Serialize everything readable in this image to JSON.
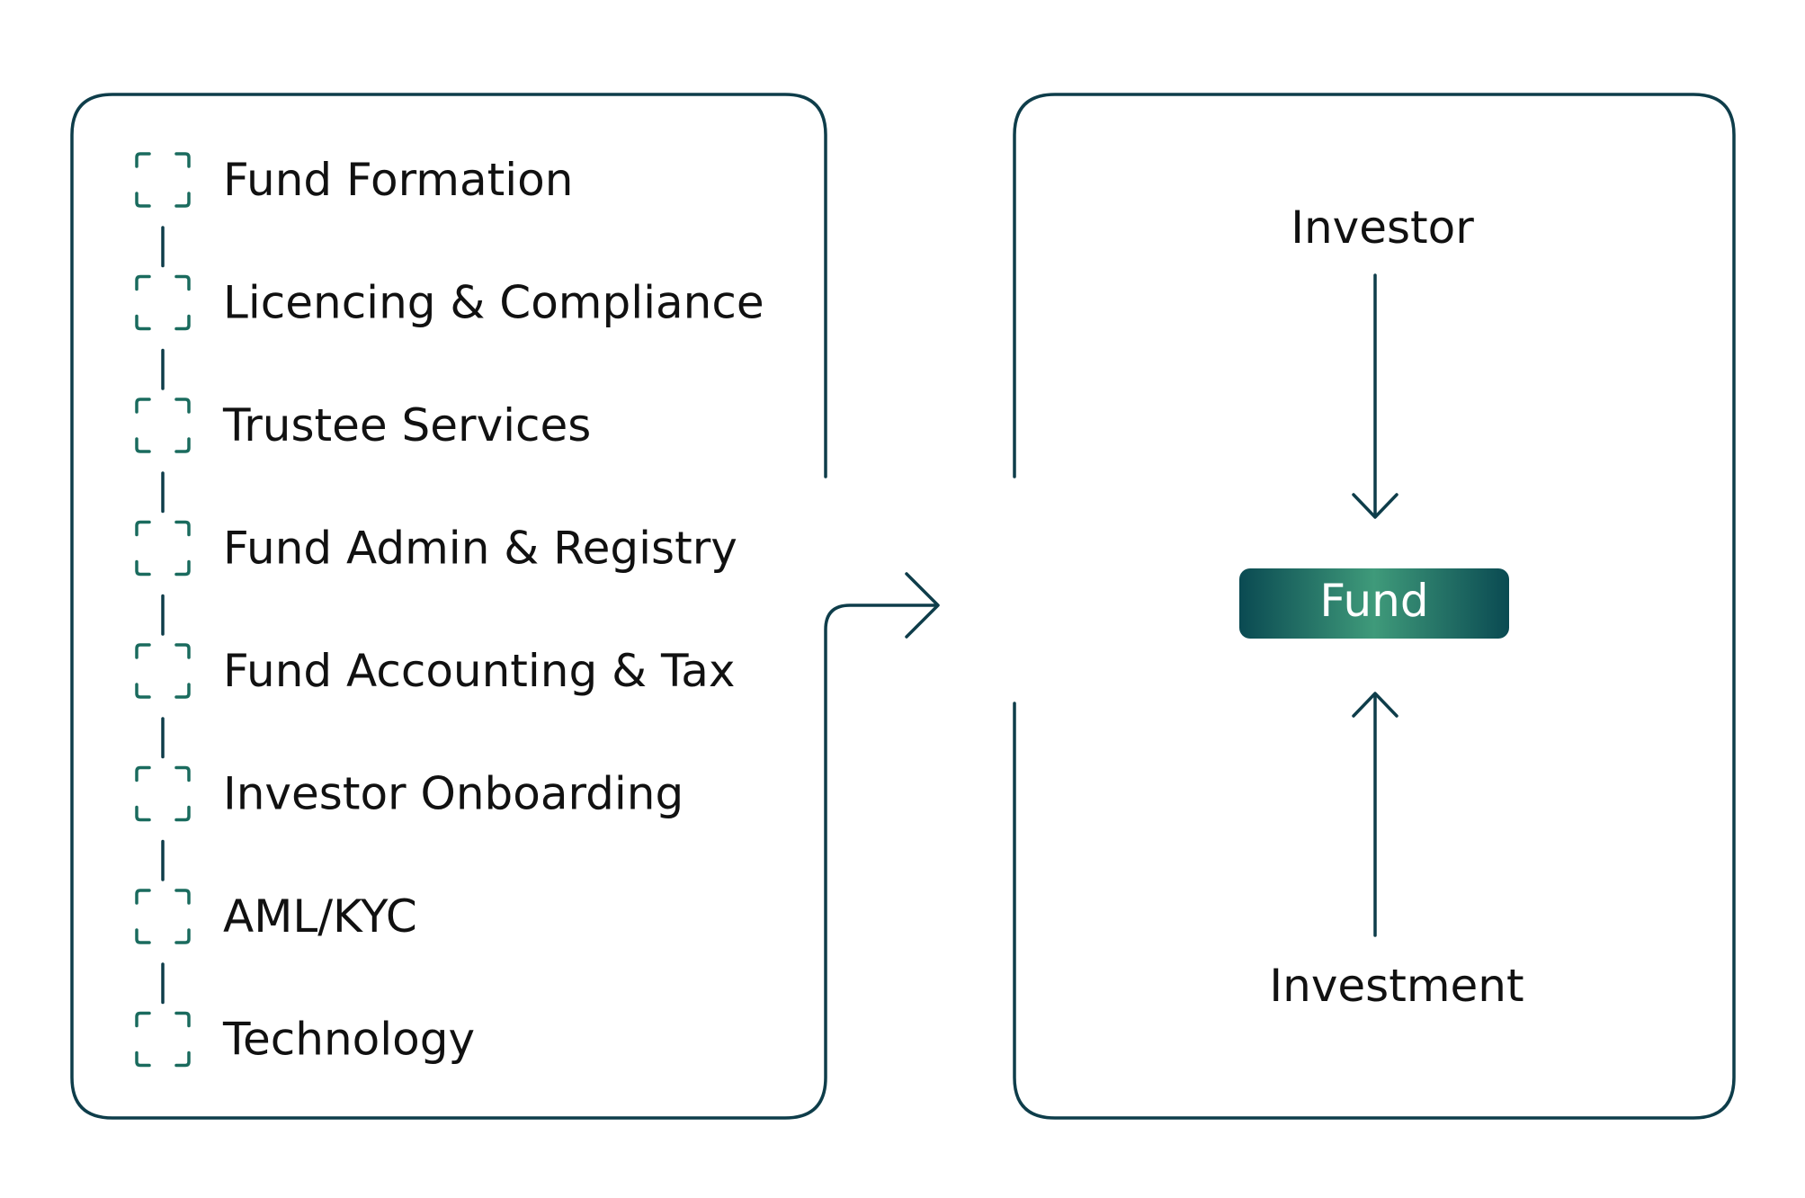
{
  "services": [
    {
      "label": "Fund Formation"
    },
    {
      "label": "Licencing & Compliance"
    },
    {
      "label": "Trustee Services"
    },
    {
      "label": "Fund Admin & Registry"
    },
    {
      "label": "Fund Accounting & Tax"
    },
    {
      "label": "Investor Onboarding"
    },
    {
      "label": "AML/KYC"
    },
    {
      "label": "Technology"
    }
  ],
  "flow": {
    "top_label": "Investor",
    "center_label": "Fund",
    "bottom_label": "Investment"
  },
  "colors": {
    "outline": "#0e3d4a",
    "bracket": "#1a6b5e",
    "fund_gradient_edge": "#0a4a52",
    "fund_gradient_center": "#3f9a7a",
    "fund_text": "#ffffff"
  }
}
